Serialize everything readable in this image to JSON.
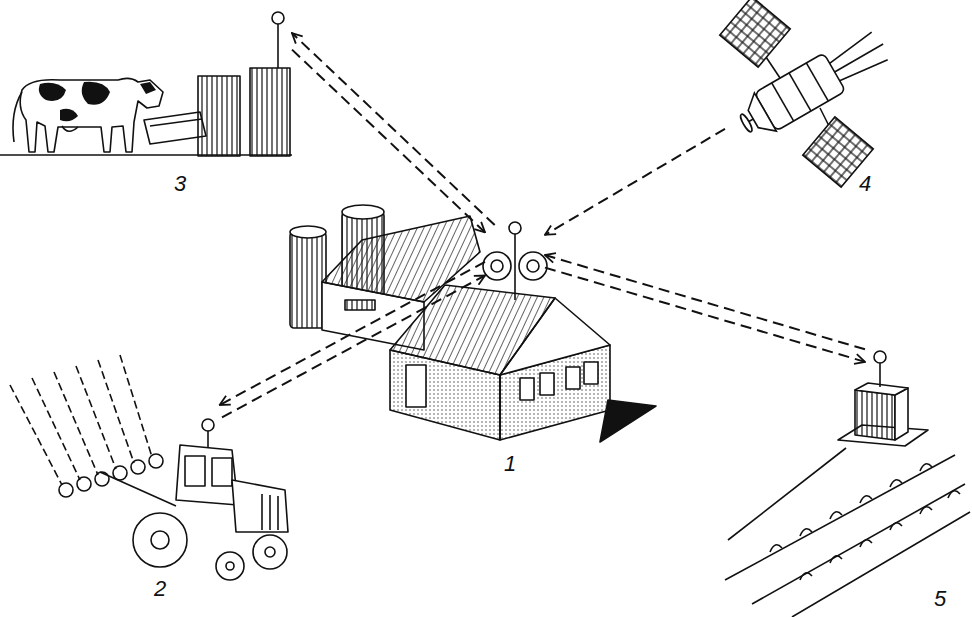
{
  "diagram": {
    "nodes": [
      {
        "text": [
          "1"
        ]
      },
      {
        "text": [
          "2"
        ]
      },
      {
        "text": [
          "3"
        ]
      },
      {
        "text": [
          "4"
        ]
      },
      {
        "text": [
          "5"
        ]
      }
    ],
    "edges": [
      {
        "from": 0,
        "to": 2,
        "arrow": "to"
      },
      {
        "from": 2,
        "to": 0,
        "arrow": "to"
      },
      {
        "from": 0,
        "to": 1,
        "arrow": "to"
      },
      {
        "from": 1,
        "to": 0,
        "arrow": "to"
      },
      {
        "from": 3,
        "to": 0,
        "arrow": "to"
      },
      {
        "from": 0,
        "to": 4,
        "arrow": "to"
      },
      {
        "from": 4,
        "to": 0,
        "arrow": "to"
      }
    ]
  }
}
